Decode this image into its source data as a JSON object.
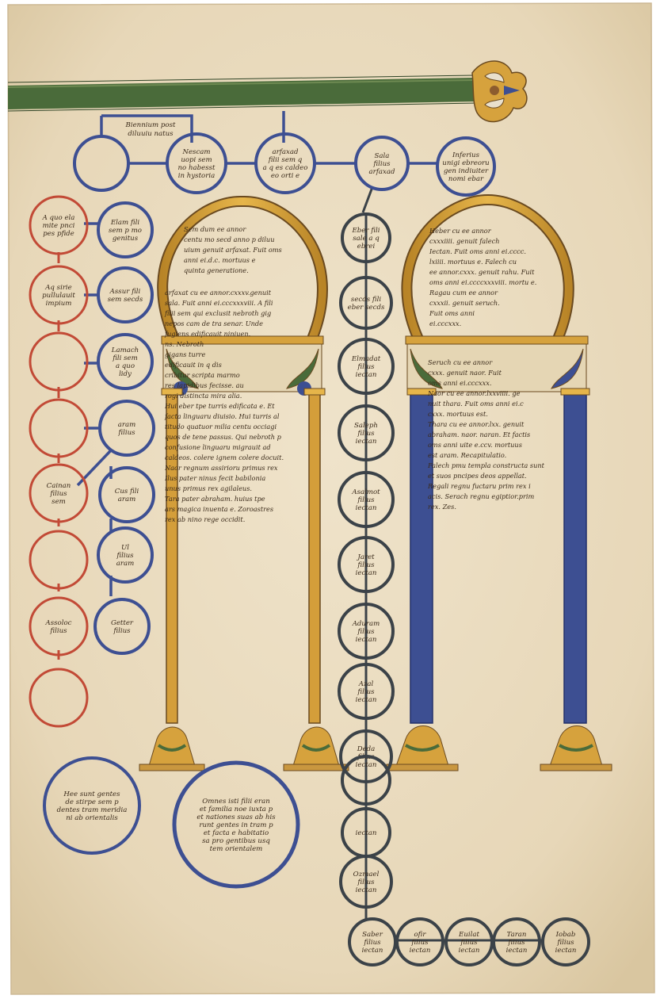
{
  "header": {
    "top_text": [
      "Biennium post",
      "diluuiu natus"
    ]
  },
  "row_top": [
    {
      "lines": []
    },
    {
      "lines": [
        "Nescam",
        "uopi sem",
        "no habesst",
        "in hystoria"
      ]
    },
    {
      "lines": [
        "arfaxad",
        "filii sem q",
        "a q es caldeo",
        "eo orti e"
      ]
    },
    {
      "lines": [
        "Sala",
        "filius",
        "arfaxad"
      ]
    },
    {
      "lines": [
        "Inferius",
        "unigi ebreoru",
        "gen indiuiter",
        "nomi ebar"
      ]
    }
  ],
  "left_red": [
    {
      "lines": [
        "A quo ela",
        "mite pnci",
        "pes pfide"
      ]
    },
    {
      "lines": [
        "Aq sirie",
        "pullulauit",
        "impium"
      ]
    },
    {
      "lines": []
    },
    {
      "lines": []
    },
    {
      "lines": [
        "Cainan",
        "filius",
        "sem"
      ]
    },
    {
      "lines": []
    },
    {
      "lines": [
        "Assoloc",
        "filius"
      ]
    },
    {
      "lines": []
    }
  ],
  "left_blue": [
    {
      "lines": [
        "Elam fili",
        "sem p mo",
        "genitus"
      ]
    },
    {
      "lines": [
        "Assur fili",
        "sem secds"
      ]
    },
    {
      "lines": [
        "Lamach",
        "fili sem",
        "a quo",
        "lidy"
      ]
    },
    {
      "lines": [
        "aram",
        "filius"
      ]
    },
    {
      "lines": [
        "Cus fili",
        "aram"
      ]
    },
    {
      "lines": [
        "Ul",
        "filius",
        "aram"
      ]
    },
    {
      "lines": [
        "Getter",
        "filius"
      ]
    }
  ],
  "middle_chain": [
    {
      "lines": [
        "Eber fili",
        "sale a q",
        "ebrei"
      ]
    },
    {
      "lines": [
        "secds fili",
        "eber secds"
      ]
    },
    {
      "lines": [
        "Elmadat",
        "filius",
        "iectan"
      ]
    },
    {
      "lines": [
        "Saleph",
        "filius",
        "iectan"
      ]
    },
    {
      "lines": [
        "Asalmot",
        "filius",
        "iectan"
      ]
    },
    {
      "lines": [
        "Jaret",
        "filius",
        "iectan"
      ]
    },
    {
      "lines": [
        "Aduram",
        "filius",
        "iectan"
      ]
    },
    {
      "lines": [
        "Azal",
        "filius",
        "iectan"
      ]
    },
    {
      "lines": [
        "Deda",
        "filius",
        "iectan"
      ]
    },
    {
      "lines": []
    },
    {
      "lines": [
        "iectan"
      ]
    },
    {
      "lines": [
        "Ozmael",
        "filius",
        "iectan"
      ]
    }
  ],
  "bottom_row": [
    {
      "lines": [
        "Saber",
        "filius",
        "iectan"
      ]
    },
    {
      "lines": [
        "ofir",
        "filius",
        "iectan"
      ]
    },
    {
      "lines": [
        "Euilat",
        "filius",
        "iectan"
      ]
    },
    {
      "lines": [
        "Taran",
        "filius",
        "iectan"
      ]
    },
    {
      "lines": [
        "Iobab",
        "filius",
        "iectan"
      ]
    }
  ],
  "bottom_left_circle": {
    "lines": [
      "Hee sunt gentes",
      "de stirpe sem p",
      "dentes tram meridia",
      "ni ab orientalis"
    ]
  },
  "bottom_mid_circle": {
    "lines": [
      "Omnes isti filii eran",
      "et familia noe iuxta p",
      "et nationes suas ab his",
      "runt gentes in tram p",
      "et facta e habitatio",
      "sa pro gentibus usq",
      "tem orientalem"
    ]
  },
  "left_arch": {
    "arc_lines": [
      "Sem dum ee annor",
      "centu mo secd anno p diluu",
      "uium genuit arfaxat. Fuit oms",
      "anni ei.d.c. mortuus e",
      "quinta generatione."
    ],
    "body_lines": [
      "arfaxat cu ee annor.cxxxv.genuit",
      "sala. Fuit anni ei.cccxxxviii. A fili",
      "filii sem qui exclusit nebroth gig",
      "nepos cam de tra senar. Unde",
      "fugiens edificauit niniuen.",
      "ns. Nebroth",
      "gigans turre",
      "edificauit in q dis",
      "cribitur scripta marmo",
      "res lapidibus fecisse. au",
      "rogi distincta mira alia.",
      "Hui eber tpe turris edificata e. Et",
      "facta linguaru diuisio. Hui turris al",
      "titudo quatuor milia centu occiagi",
      "quos de tene passus. Qui nebroth p",
      "confusione linguaru migrauit ad",
      "caldeos. colere ignem colere docuit.",
      "Naor regnum assirioru primus rex",
      "Ilus pater ninus fecit babilonia",
      "unus primus rex agilaleus.",
      "Tara pater abraham. huius tpe",
      "ars magica inuenta e. Zoroastres",
      "rex ab nino rege occidit."
    ]
  },
  "right_arch": {
    "arc_lines": [
      "Heber cu ee annor",
      "cxxxiiii. genuit falech",
      "Iectan. Fuit oms anni ei.cccc.",
      "lxiiii. mortuus e. Falech cu",
      "ee annor.cxxx. genuit rahu. Fuit",
      "oms anni ei.ccccxxxviii. mortu e.",
      "Ragau cum ee annor",
      "cxxxii. genuit seruch.",
      "Fuit oms anni",
      "ei.cccxxx."
    ],
    "body_lines": [
      "Seruch cu ee annor",
      "cxxx. genuit naor. Fuit",
      "oms anni ei.cccxxx.",
      "Naor cu ee annor.lxxviiii. ge",
      "nuit thara. Fuit oms anni ei.c",
      "cxxx. mortuus est.",
      "Thara cu ee annor.lxx. genuit",
      "abraham. naor. naran. Et factis",
      "oms anni uite e.ccv. mortuus",
      "est aram. Recapitulatio.",
      "Falech pmu templa constructa sunt",
      "et suos pncipes deos appellat.",
      "Regali regnu fuctaru prim rex i",
      "acis. Serach regnu egiptior.prim",
      "rex. Zes."
    ]
  },
  "colors": {
    "parchment": "#eadcc1",
    "parchment_edge": "#cdb995",
    "blue": "#3d4f92",
    "red": "#c24a36",
    "dark": "#3b4248",
    "gold": "#d6a23d",
    "gold_ochre": "#c9973f",
    "green_band": "#4a6b3a",
    "ink": "#3a2a1a"
  }
}
